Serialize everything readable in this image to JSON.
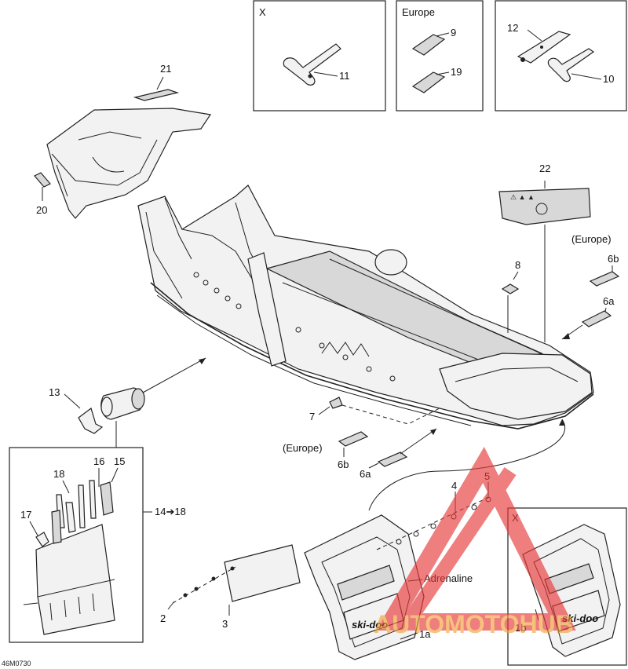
{
  "diagram_code": "46M0730",
  "insets": {
    "x_tools_title": "X",
    "europe_title": "Europe",
    "x_flap_title": "X"
  },
  "callouts": {
    "p1a": "1a",
    "p1b": "1b",
    "p2": "2",
    "p3": "3",
    "p4": "4",
    "p5": "5",
    "p6a_top": "6a",
    "p6b_top": "6b",
    "p6a_bottom": "6a",
    "p6b_bottom": "6b",
    "p7": "7",
    "p8": "8",
    "p9": "9",
    "p10": "10",
    "p11": "11",
    "p12": "12",
    "p13": "13",
    "p14_18": "14➔18",
    "p15": "15",
    "p16": "16",
    "p17": "17",
    "p18": "18",
    "p19": "19",
    "p20": "20",
    "p21": "21",
    "p22": "22",
    "europe_top": "(Europe)",
    "europe_bottom": "(Europe)",
    "adrenaline": "Adrenaline"
  },
  "flap_brand": "ski-doo",
  "watermark": "AUTOMOTOHUB",
  "colors": {
    "line": "#222222",
    "watermark_red": "#e83a3a",
    "watermark_orange": "#f2a23a"
  }
}
